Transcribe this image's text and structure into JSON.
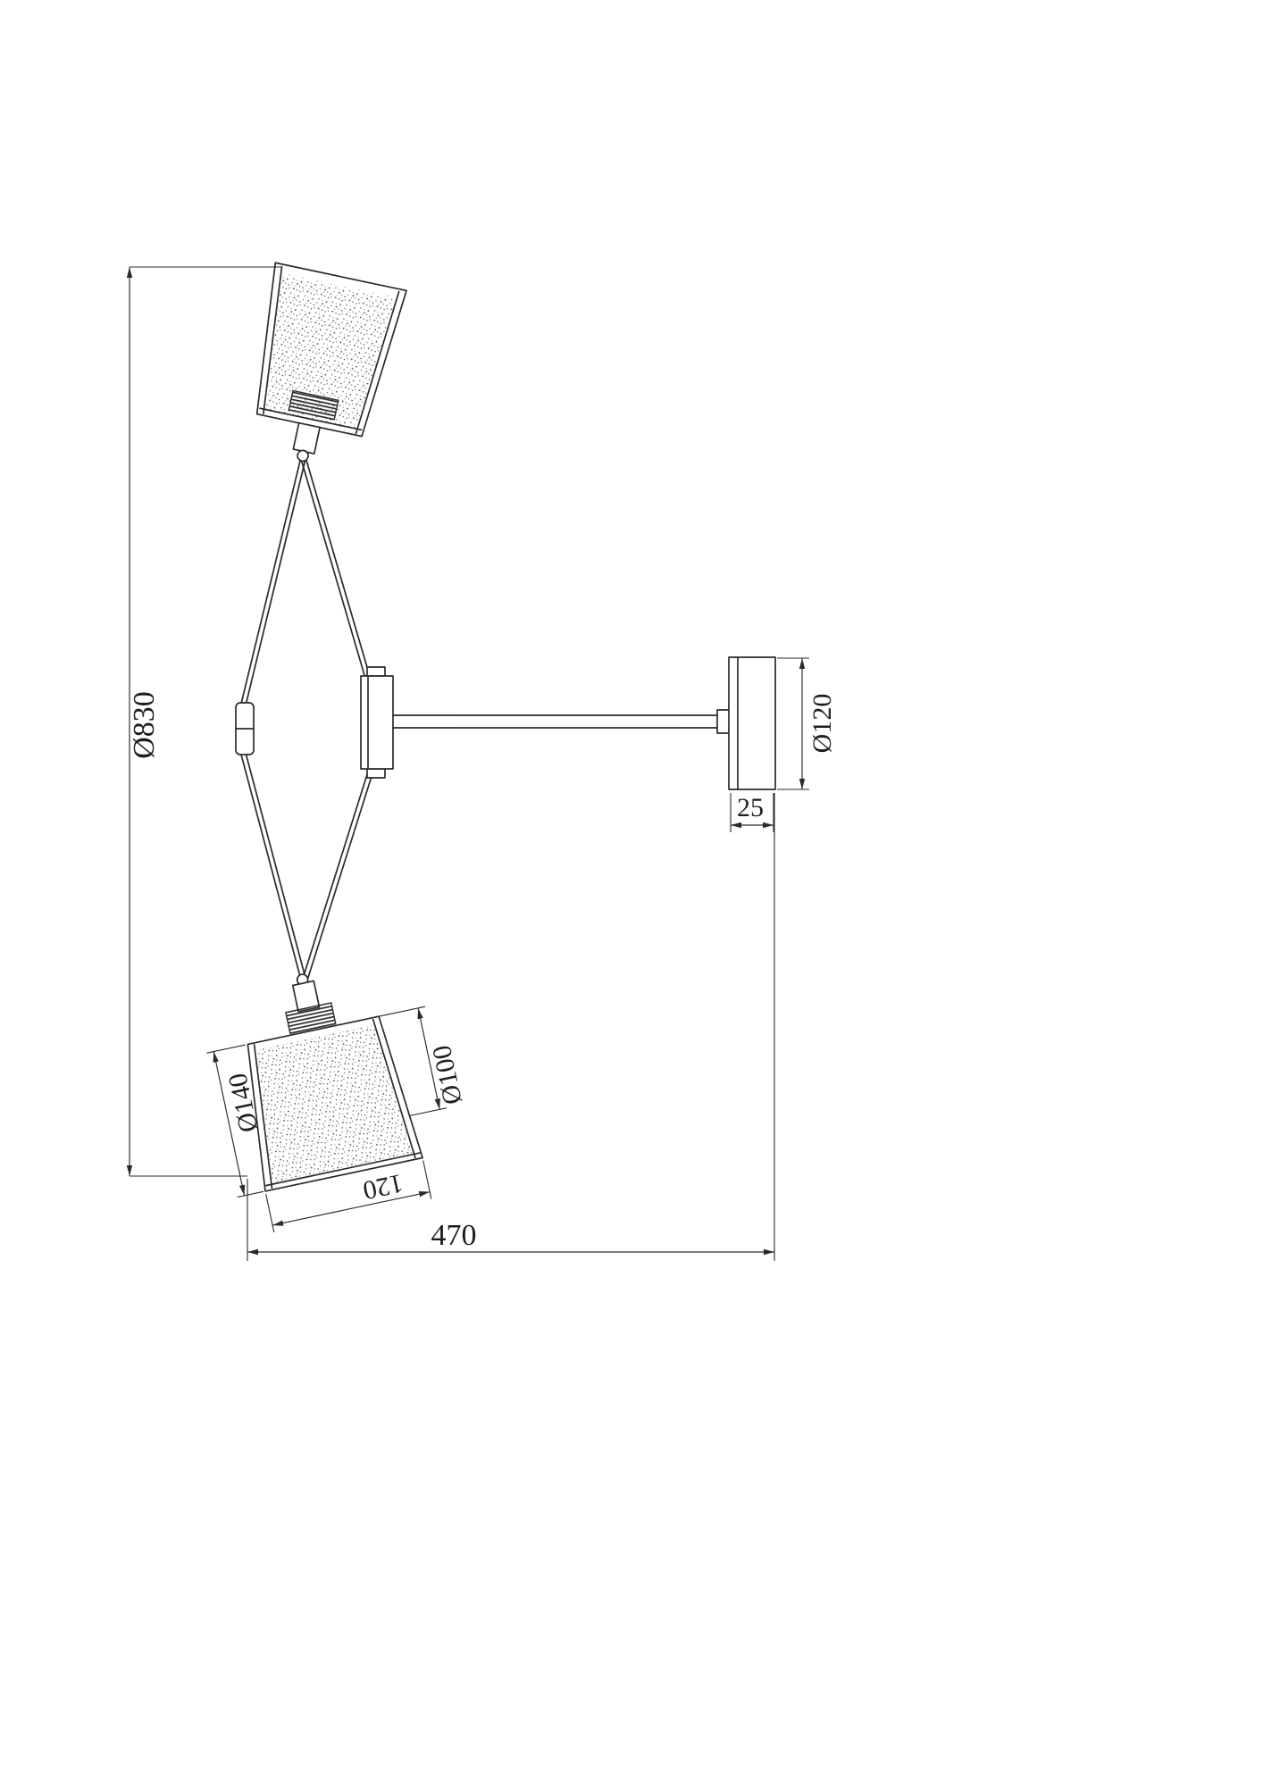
{
  "canvas": {
    "background": "#ffffff",
    "line_color": "#2b2b2b",
    "text_color": "#1e1e1e"
  },
  "dimensions": {
    "overall_height": "Ø830",
    "plate_diameter": "Ø120",
    "plate_depth": "25",
    "shade_small_diameter": "Ø100",
    "shade_large_diameter": "Ø140",
    "shade_height": "120",
    "projection": "470"
  }
}
